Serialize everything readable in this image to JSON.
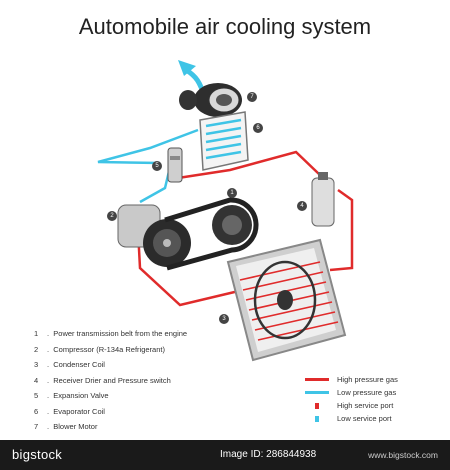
{
  "title": "Automobile air cooling system",
  "components": [
    {
      "num": "1",
      "label": "Power transmission belt from the engine"
    },
    {
      "num": "2",
      "label": "Compressor (R-134a Refrigerant)"
    },
    {
      "num": "3",
      "label": "Condenser Coil"
    },
    {
      "num": "4",
      "label": "Receiver Drier and Pressure switch"
    },
    {
      "num": "5",
      "label": "Expansion Valve"
    },
    {
      "num": "6",
      "label": "Evaporator Coil"
    },
    {
      "num": "7",
      "label": "Blower Motor"
    }
  ],
  "legend": [
    {
      "label": "High pressure gas",
      "color": "#e02b2b",
      "kind": "line"
    },
    {
      "label": "Low pressure gas",
      "color": "#3fc4e6",
      "kind": "line"
    },
    {
      "label": "High service port",
      "color": "#e02b2b",
      "kind": "port"
    },
    {
      "label": "Low service port",
      "color": "#3fc4e6",
      "kind": "port"
    }
  ],
  "watermark": {
    "brand": "bigstock",
    "id": "Image ID: 286844938",
    "url": "www.bigstock.com"
  },
  "colors": {
    "high": "#e02b2b",
    "low": "#3fc4e6",
    "badge": "#444444"
  }
}
